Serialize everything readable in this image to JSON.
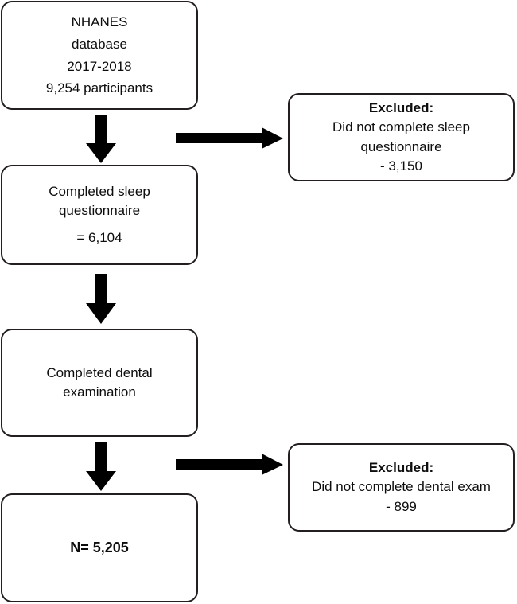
{
  "diagram": {
    "type": "flowchart",
    "title": "NHANES participant selection flow",
    "orientation": "top-to-bottom",
    "colors": {
      "border": "#231f20",
      "text": "#0d0d0d",
      "arrow": "#000000",
      "background": "#ffffff"
    },
    "nodes": {
      "source": {
        "lines": [
          "NHANES",
          "database",
          "2017-2018",
          "9,254 participants"
        ]
      },
      "sleep": {
        "lines": [
          "Completed sleep",
          "questionnaire",
          "= 6,104"
        ]
      },
      "dental": {
        "lines": [
          "Completed dental",
          "examination"
        ]
      },
      "final": {
        "lines": [
          "N= 5,205"
        ]
      },
      "excluded_sleep": {
        "heading": "Excluded:",
        "lines": [
          "Did not complete sleep",
          "questionnaire",
          "- 3,150"
        ]
      },
      "excluded_dental": {
        "heading": "Excluded:",
        "lines": [
          "Did not complete dental exam",
          "- 899"
        ]
      }
    },
    "arrows": [
      {
        "name": "source-to-sleep",
        "direction": "down"
      },
      {
        "name": "source-to-excluded-sleep",
        "direction": "right"
      },
      {
        "name": "sleep-to-dental",
        "direction": "down"
      },
      {
        "name": "dental-to-final",
        "direction": "down"
      },
      {
        "name": "dental-to-excluded-dental",
        "direction": "right"
      }
    ],
    "flow_data": {
      "starting_n": 9254,
      "starting_label": "9,254 participants",
      "steps": [
        {
          "label": "Completed sleep questionnaire",
          "n": 6104,
          "n_label": "= 6,104",
          "excluded": 3150,
          "excluded_label": "- 3,150",
          "exclusion_reason": "Did not complete sleep questionnaire"
        },
        {
          "label": "Completed dental examination",
          "n": null,
          "n_label": "",
          "excluded": 899,
          "excluded_label": "- 899",
          "exclusion_reason": "Did not complete dental exam"
        }
      ],
      "final_n": 5205,
      "final_label": "N= 5,205",
      "database": "NHANES",
      "cycle": "2017-2018"
    }
  }
}
